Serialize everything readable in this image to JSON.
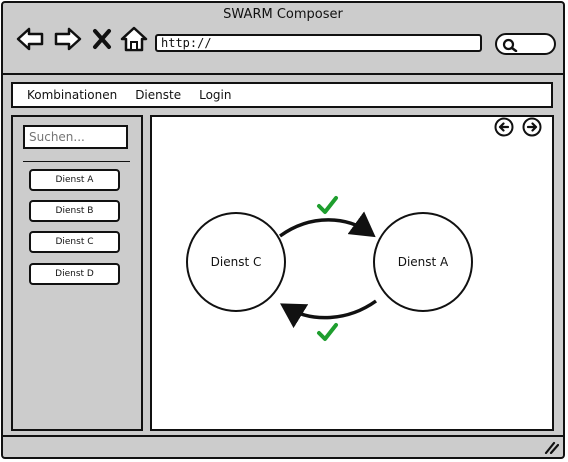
{
  "window": {
    "title": "SWARM Composer"
  },
  "browser": {
    "url": "http://",
    "icons": [
      "back-arrow-icon",
      "forward-arrow-icon",
      "close-x-icon",
      "home-icon",
      "search-icon"
    ]
  },
  "menu": {
    "items": [
      {
        "label": "Kombinationen"
      },
      {
        "label": "Dienste"
      },
      {
        "label": "Login"
      }
    ]
  },
  "sidebar": {
    "search_placeholder": "Suchen...",
    "services": [
      {
        "label": "Dienst A"
      },
      {
        "label": "Dienst B"
      },
      {
        "label": "Dienst C"
      },
      {
        "label": "Dienst D"
      }
    ]
  },
  "canvas": {
    "nodes": [
      {
        "label": "Dienst C"
      },
      {
        "label": "Dienst A"
      }
    ],
    "check_color": "#1e9e2e",
    "nav_icons": [
      "circle-arrow-left-icon",
      "circle-arrow-right-icon"
    ]
  }
}
